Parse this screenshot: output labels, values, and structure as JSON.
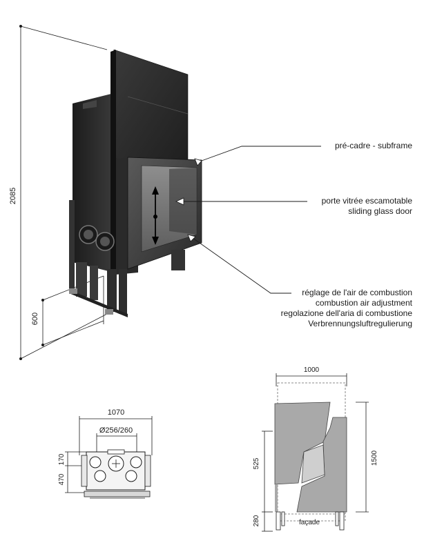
{
  "callouts": {
    "subframe": "pré-cadre - subframe",
    "door": [
      "porte vitrée escamotable",
      "sliding glass door"
    ],
    "air": [
      "réglage de l'air de combustion",
      "combustion air adjustment",
      "regolazione dell'aria di combustione",
      "Verbrennungsluftregulierung"
    ]
  },
  "dims": {
    "height_total": "2085",
    "height_base": "600",
    "width_top": "1070",
    "ducts": "Ø256/260",
    "top_170": "170",
    "top_470": "470",
    "front_width": "1000",
    "front_height": "1500",
    "front_525": "525",
    "front_280": "280",
    "facade": "façade"
  },
  "colors": {
    "metal": "#2b2b2b",
    "panel": "#a9a9a9",
    "line": "#1a1a1a"
  }
}
